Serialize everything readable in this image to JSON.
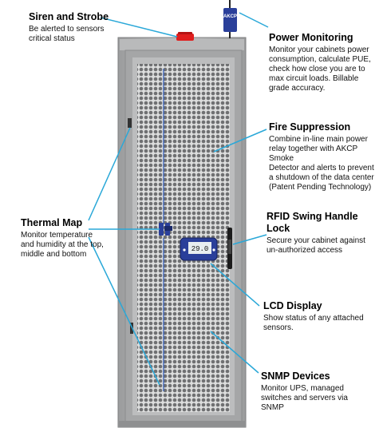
{
  "callouts": {
    "siren": {
      "title": "Siren and Strobe",
      "lines": [
        "Be alerted to sensors",
        "critical status"
      ]
    },
    "power": {
      "title": "Power Monitoring",
      "lines": [
        "Monitor your cabinets power",
        "consumption, calculate PUE,",
        "check how close you are to",
        "max circuit loads. Billable",
        "grade accuracy."
      ]
    },
    "fire": {
      "title": "Fire Suppression",
      "lines": [
        "Combine in-line main power",
        "relay together with AKCP Smoke",
        "Detector and alerts to prevent",
        "a shutdown of the data center",
        "(Patent Pending Technology)"
      ]
    },
    "thermal": {
      "title": "Thermal Map",
      "lines": [
        "Monitor temperature",
        "and humidity at the top,",
        "middle and bottom"
      ]
    },
    "rfid": {
      "title": "RFID Swing Handle Lock",
      "lines": [
        "Secure your cabinet against",
        "un-authorized access"
      ]
    },
    "lcd": {
      "title": "LCD Display",
      "lines": [
        "Show status of any attached",
        "sensors."
      ]
    },
    "snmp": {
      "title": "SNMP Devices",
      "lines": [
        "Monitor UPS, managed",
        "switches and servers via",
        "SNMP"
      ]
    }
  },
  "devices": {
    "lcd_reading": "29.0",
    "power_meter_label": "AKCP"
  },
  "colors": {
    "leader_line": "#2aa8d8",
    "cabinet_frame": "#a9aaab",
    "cabinet_dark": "#8e8f90",
    "mesh_hole": "#6f7072",
    "mesh_bg": "#dcdddd",
    "siren": "#e01e1e",
    "device_blue": "#2a3f9a",
    "sensor_wire": "#2c58b8"
  },
  "icons": [
    "siren-strobe-icon",
    "power-meter-icon",
    "thermal-sensor-icon",
    "lcd-display-icon",
    "swing-handle-lock-icon"
  ]
}
